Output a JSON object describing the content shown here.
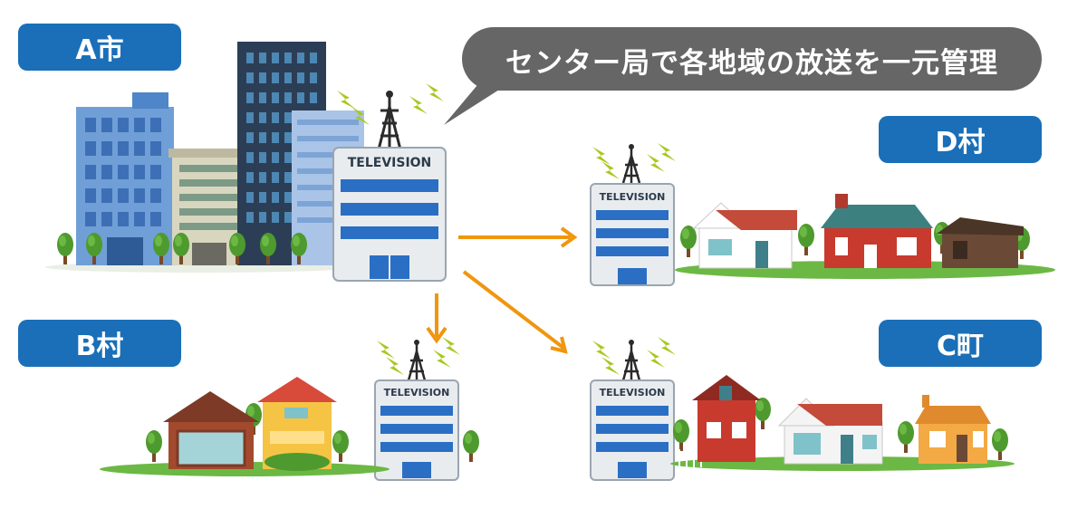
{
  "labels": {
    "city_a": "A市",
    "village_b": "B村",
    "village_d": "D村",
    "town_c": "C町"
  },
  "speech_bubble": "センター局で各地域の放送を一元管理",
  "stations": {
    "main": "TELEVISION",
    "d": "TELEVISION",
    "b": "TELEVISION",
    "c": "TELEVISION"
  },
  "colors": {
    "label_blue": "#1a6fb8",
    "bubble_gray": "#666666",
    "arrow_orange": "#f0960f",
    "station_blue": "#2a6fc4",
    "lightning_green": "#a8c81e"
  },
  "icons": [
    "antenna-tower-icon",
    "lightning-icon",
    "arrow-icon",
    "building-icon",
    "house-icon",
    "tree-icon"
  ]
}
